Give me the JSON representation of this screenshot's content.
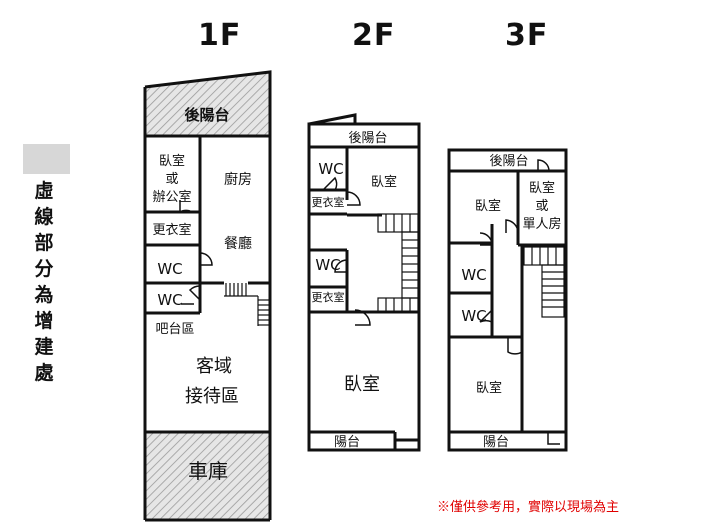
{
  "floors": {
    "f1": {
      "title": "1F",
      "rooms": {
        "back_balcony": "後陽台",
        "bedroom_or_office": [
          "臥室",
          "或",
          "辦公室"
        ],
        "kitchen": "廚房",
        "dining": "餐廳",
        "dressing": "更衣室",
        "wc_upper": "WC",
        "wc_lower": "WC",
        "bar": "吧台區",
        "living": [
          "客域",
          "接待區"
        ],
        "garage": "車庫"
      }
    },
    "f2": {
      "title": "2F",
      "rooms": {
        "back_balcony": "後陽台",
        "wc_upper": "WC",
        "bedroom_small": "臥室",
        "dressing_upper": "更衣室",
        "wc_lower": "WC",
        "dressing_lower": "更衣室",
        "bedroom_large": "臥室",
        "balcony": "陽台"
      }
    },
    "f3": {
      "title": "3F",
      "rooms": {
        "back_balcony": "後陽台",
        "bedroom_left": "臥室",
        "bedroom_or_single": [
          "臥室",
          "或",
          "單人房"
        ],
        "wc_upper": "WC",
        "wc_lower": "WC",
        "bedroom_bottom": "臥室",
        "balcony": "陽台"
      }
    }
  },
  "legend": {
    "text": [
      "虛",
      "線",
      "部",
      "分",
      "為",
      "增",
      "建",
      "處"
    ]
  },
  "disclaimer": "※僅供參考用，實際以現場為主",
  "colors": {
    "wall": "#111111",
    "addition_hatch": "#bdbdbd",
    "legend_swatch": "#d7d7d7",
    "disclaimer": "#e00000"
  }
}
